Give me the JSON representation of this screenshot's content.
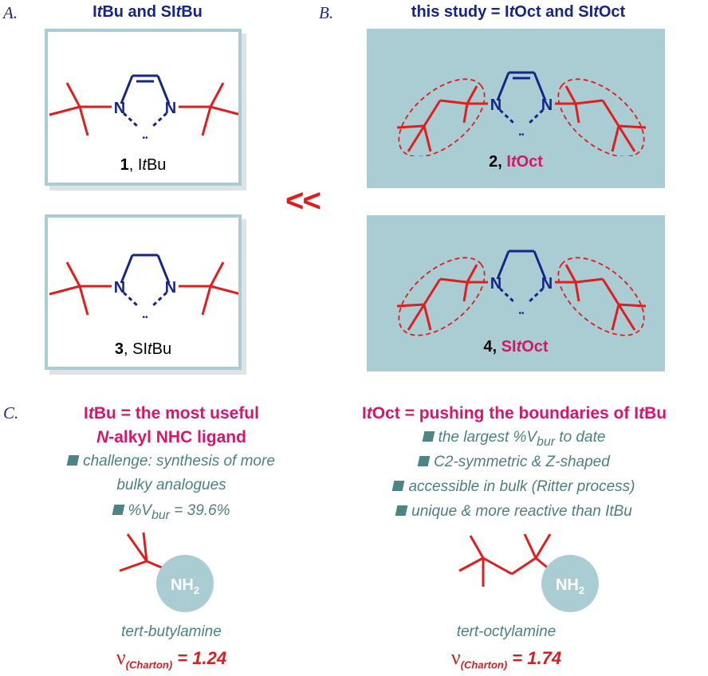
{
  "sectionA": {
    "letter": "A.",
    "title_parts": [
      "I",
      "t",
      "Bu and SI",
      "t",
      "Bu"
    ],
    "box1": {
      "num": "1",
      "sep": ", I",
      "t": "t",
      "rest": "Bu"
    },
    "box3": {
      "num": "3",
      "sep": ", SI",
      "t": "t",
      "rest": "Bu"
    }
  },
  "sectionB": {
    "letter": "B.",
    "title_parts": [
      "this study = I",
      "t",
      "Oct and SI",
      "t",
      "Oct"
    ],
    "box2": {
      "num": "2",
      "sep": ", ",
      "pre": "I",
      "t": "t",
      "rest": "Oct"
    },
    "box4": {
      "num": "4",
      "sep": ", ",
      "pre": "SI",
      "t": "t",
      "rest": "Oct"
    }
  },
  "comparison": "<<",
  "atoms": {
    "N": "N",
    "lone_pair": "••",
    "NH2": "NH",
    "NH2_sub": "2"
  },
  "sectionC": {
    "letter": "C.",
    "left": {
      "head1_parts": [
        "I",
        "t",
        "Bu = the most useful"
      ],
      "head2_parts": [
        "N",
        "-alkyl NHC ligand"
      ],
      "bullet1_line1": "challenge: synthesis of more",
      "bullet1_line2": "bulky analogues",
      "bullet2_pre": "%V",
      "bullet2_sub": "bur",
      "bullet2_post": " = 39.6%",
      "amine": "tert-butylamine",
      "nu_sym": "ν",
      "nu_sub": "(Charton)",
      "nu_val": " = 1.24"
    },
    "right": {
      "head_parts": [
        "I",
        "t",
        "Oct = pushing the boundaries of I",
        "t",
        "Bu"
      ],
      "b1_pre": "the largest %V",
      "b1_sub": "bur",
      "b1_post": " to date",
      "b2": "C2-symmetric & Z-shaped",
      "b3": "accessible in bulk (Ritter process)",
      "b4": "unique & more reactive than ItBu",
      "amine": "tert-octylamine",
      "nu_sym": "ν",
      "nu_sub": "(Charton)",
      "nu_val": " = 1.74"
    }
  },
  "colors": {
    "ring": "#14268a",
    "substituent": "#e01e1e",
    "highlight": "#d6156b",
    "teal": "#a9cdd3",
    "text_teal": "#4c8080"
  }
}
